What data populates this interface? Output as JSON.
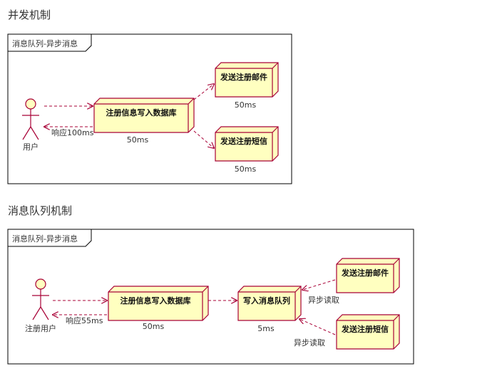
{
  "section1": {
    "title": "并发机制",
    "frame_label": "消息队列-异步消息",
    "actor_label": "用户",
    "main_node": "注册信息写入数据库",
    "main_time": "50ms",
    "response_label": "响应100ms",
    "email_node": "发送注册邮件",
    "email_time": "50ms",
    "sms_node": "发送注册短信",
    "sms_time": "50ms"
  },
  "section2": {
    "title": "消息队列机制",
    "frame_label": "消息队列-异步消息",
    "actor_label": "注册用户",
    "main_node": "注册信息写入数据库",
    "main_time": "50ms",
    "response_label": "响应55ms",
    "queue_node": "写入消息队列",
    "queue_time": "5ms",
    "email_node": "发送注册邮件",
    "email_read": "异步读取",
    "sms_node": "发送注册短信",
    "sms_read": "异步读取"
  },
  "colors": {
    "node_fill": "#ffffc0",
    "node_stroke": "#a80036",
    "frame_stroke": "#000000"
  }
}
